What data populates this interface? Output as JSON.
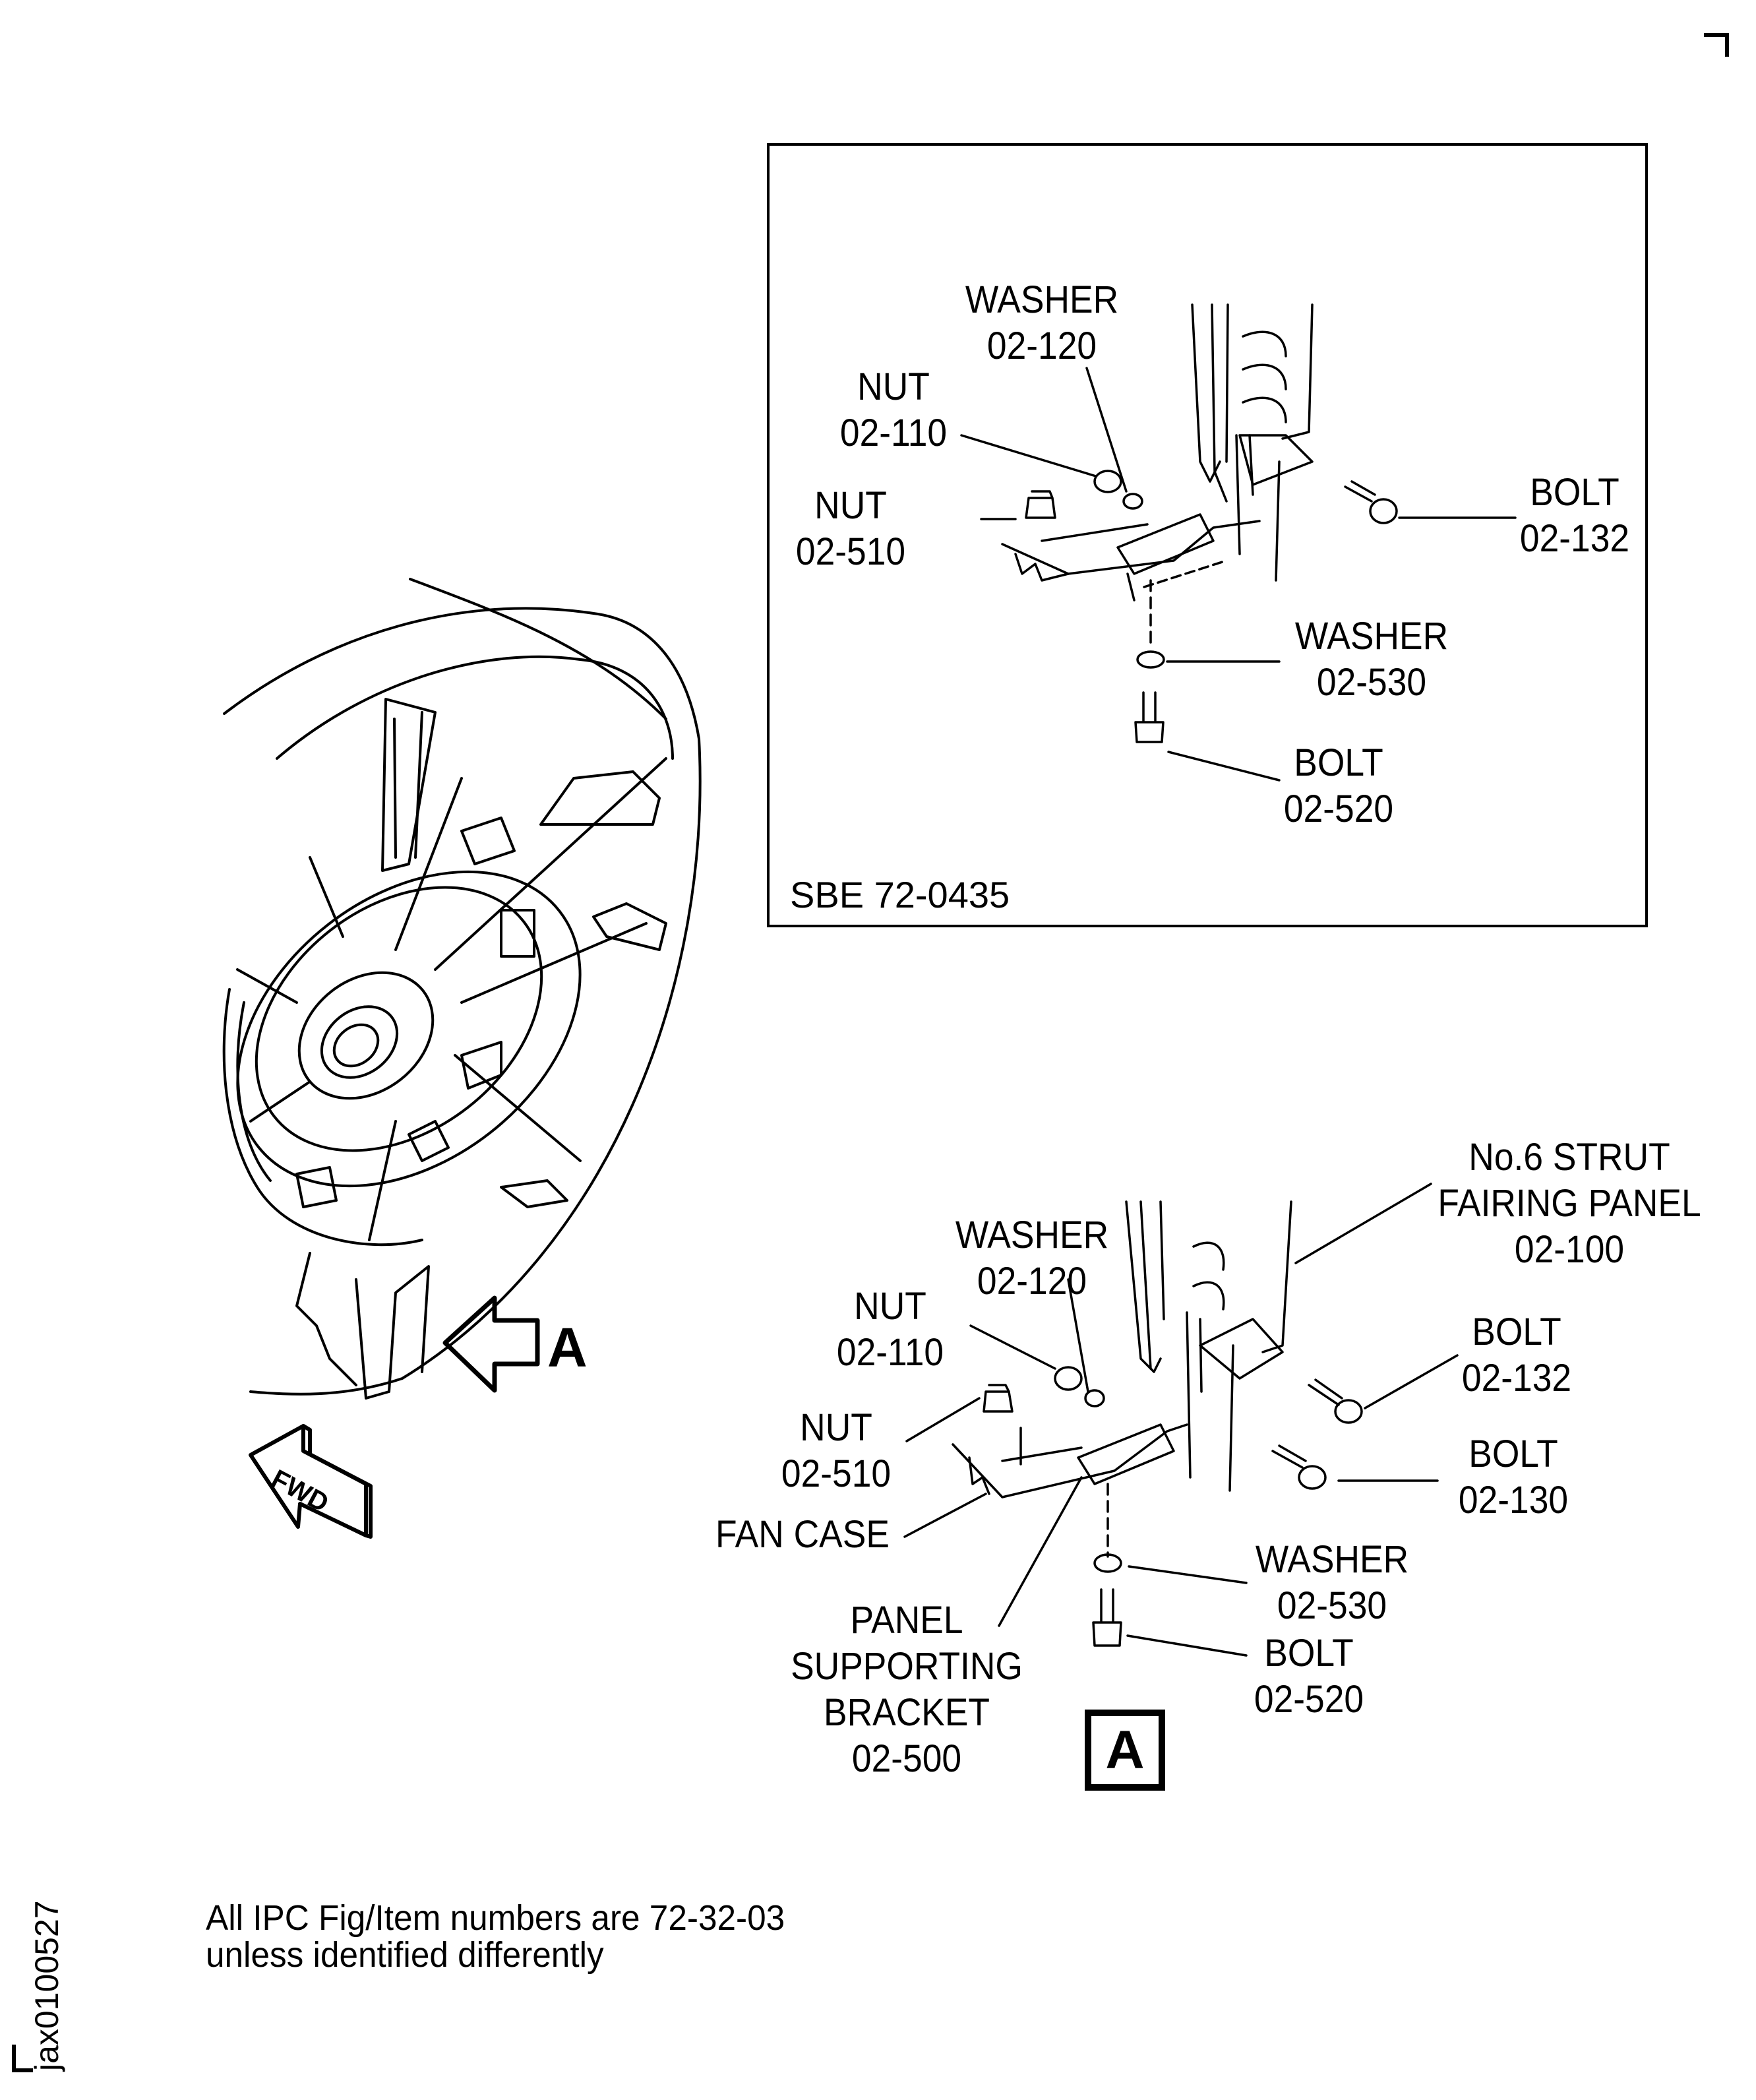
{
  "inset": {
    "reference": "SBE 72-0435",
    "labels": {
      "washer_120": {
        "name": "WASHER",
        "number": "02-120"
      },
      "nut_110": {
        "name": "NUT",
        "number": "02-110"
      },
      "nut_510": {
        "name": "NUT",
        "number": "02-510"
      },
      "bolt_132": {
        "name": "BOLT",
        "number": "02-132"
      },
      "washer_530": {
        "name": "WASHER",
        "number": "02-530"
      },
      "bolt_520": {
        "name": "BOLT",
        "number": "02-520"
      }
    }
  },
  "view_a": {
    "title": "A",
    "labels": {
      "strut_panel": {
        "name_line1": "No.6 STRUT",
        "name_line2": "FAIRING PANEL",
        "number": "02-100"
      },
      "washer_120": {
        "name": "WASHER",
        "number": "02-120"
      },
      "nut_110": {
        "name": "NUT",
        "number": "02-110"
      },
      "nut_510": {
        "name": "NUT",
        "number": "02-510"
      },
      "fan_case": {
        "name": "FAN CASE"
      },
      "bolt_132": {
        "name": "BOLT",
        "number": "02-132"
      },
      "bolt_130": {
        "name": "BOLT",
        "number": "02-130"
      },
      "washer_530": {
        "name": "WASHER",
        "number": "02-530"
      },
      "bolt_520": {
        "name": "BOLT",
        "number": "02-520"
      },
      "bracket": {
        "name_line1": "PANEL",
        "name_line2": "SUPPORTING",
        "name_line3": "BRACKET",
        "number": "02-500"
      }
    }
  },
  "overview": {
    "view_arrow_label": "A",
    "fwd_label": "FWD"
  },
  "footnote": {
    "line1": "All IPC Fig/Item numbers are 72-32-03",
    "line2": "unless identified differently"
  },
  "document_id": "jax0100527"
}
